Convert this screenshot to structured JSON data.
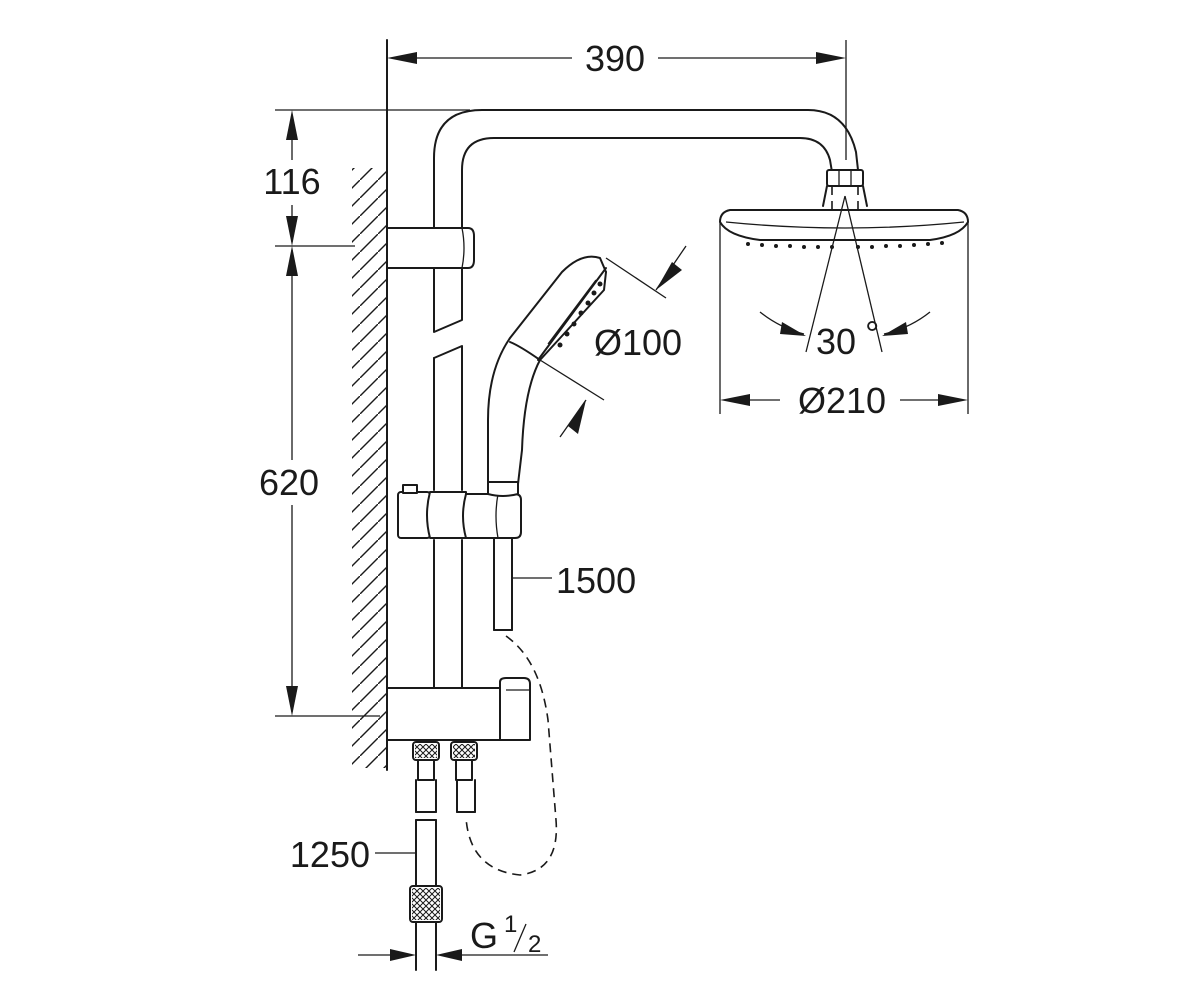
{
  "dimensions": {
    "arm_projection": "390",
    "head_height": "116",
    "rail_length": "620",
    "hand_shower_diameter": "Ø100",
    "head_shower_diameter": "Ø210",
    "tilt_angle": "30",
    "tilt_unit": "°",
    "shower_hose_length": "1500",
    "supply_hose_length": "1250",
    "thread_letter": "G",
    "thread_num": "1",
    "thread_den": "2"
  },
  "colors": {
    "line": "#1a1a1a",
    "background": "#ffffff"
  }
}
